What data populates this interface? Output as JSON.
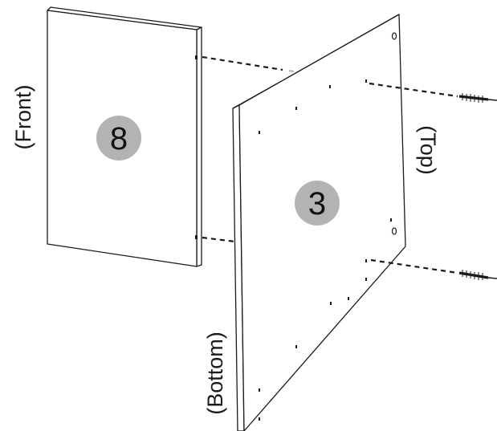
{
  "diagram": {
    "panels": [
      {
        "id": "panel-8",
        "number": "8"
      },
      {
        "id": "panel-3",
        "number": "3"
      }
    ],
    "labels": {
      "front": "(Front)",
      "top": "(Top)",
      "bottom": "(Bottom)"
    },
    "screws": 2,
    "colors": {
      "outline": "#1a1a1a",
      "badge": "#b3b3b3",
      "hidden_line": "#b0b0b0"
    }
  }
}
